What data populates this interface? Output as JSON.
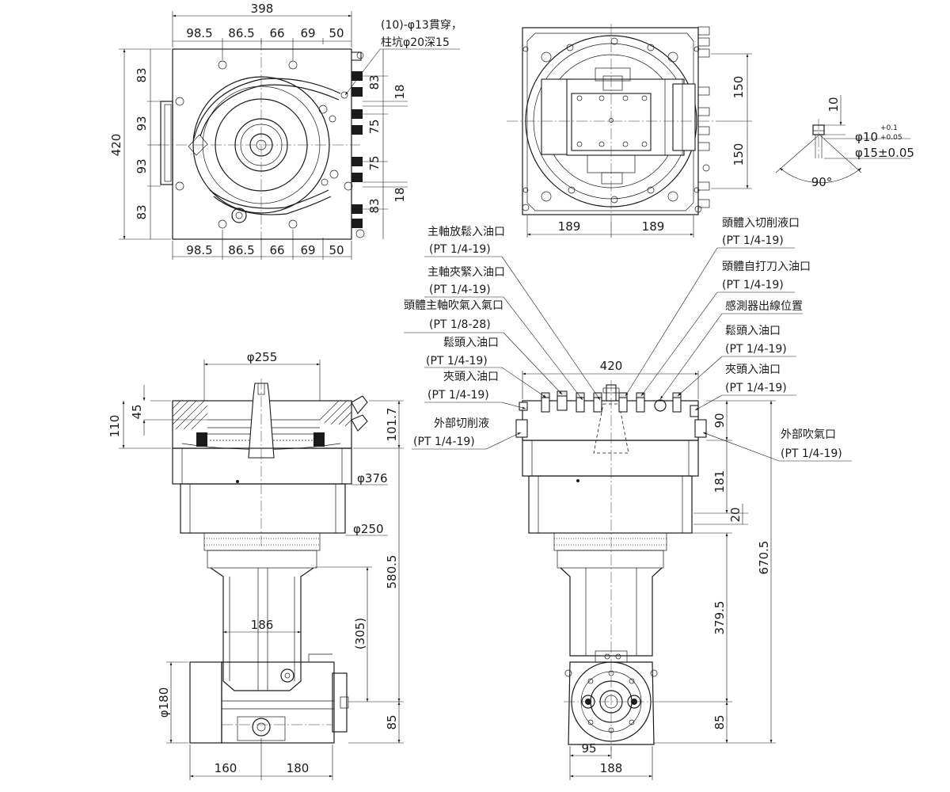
{
  "top_left_view": {
    "dims_top": [
      "398",
      "98.5",
      "86.5",
      "66",
      "69",
      "50"
    ],
    "dims_bottom": [
      "98.5",
      "86.5",
      "66",
      "69",
      "50"
    ],
    "dims_left": [
      "83",
      "93",
      "93",
      "83"
    ],
    "overall_height": "420",
    "dims_right": [
      "83",
      "75",
      "75",
      "83"
    ],
    "offset_top": "18",
    "offset_bottom": "18",
    "hole_note_line1": "(10)-φ13貫穿，",
    "hole_note_line2": "柱坑φ20深15"
  },
  "top_right_view": {
    "dims_bottom": [
      "189",
      "189"
    ],
    "dims_right": [
      "150",
      "150"
    ]
  },
  "detail": {
    "width": "10",
    "tol_main": "φ10",
    "tol_upper": "+0.1",
    "tol_lower": "+0.05",
    "tol_dia": "φ15±0.05",
    "angle": "90°"
  },
  "side_view": {
    "dia_top": "φ255",
    "h_45": "45",
    "h_110": "110",
    "h_101": "101.7",
    "dia_376": "φ376",
    "dia_250": "φ250",
    "h_580": "580.5",
    "h_305": "(305)",
    "w_186": "186",
    "dia_180": "φ180",
    "h_85": "85",
    "w_160": "160",
    "w_180": "180"
  },
  "front_view": {
    "width_top": "420",
    "h_90": "90",
    "h_181": "181",
    "h_20": "20",
    "h_670": "670.5",
    "h_379": "379.5",
    "h_85": "85",
    "w_95": "95",
    "w_188": "188"
  },
  "ports": [
    {
      "name": "主軸放鬆入油口",
      "spec": "(PT 1/4-19)"
    },
    {
      "name": "主軸夾緊入油口",
      "spec": "(PT 1/4-19)"
    },
    {
      "name": "頭體主軸吹氣入氣口",
      "spec": "(PT 1/8-28)"
    },
    {
      "name": "鬆頭入油口",
      "spec": "(PT 1/4-19)"
    },
    {
      "name": "夾頭入油口",
      "spec": "(PT 1/4-19)"
    },
    {
      "name": "外部切削液",
      "spec": "(PT 1/4-19)"
    },
    {
      "name": "頭體入切削液口",
      "spec": "(PT 1/4-19)"
    },
    {
      "name": "頭體自打刀入油口",
      "spec": "(PT 1/4-19)"
    },
    {
      "name": "感測器出線位置",
      "spec": ""
    },
    {
      "name": "鬆頭入油口",
      "spec": "(PT 1/4-19)"
    },
    {
      "name": "夾頭入油口",
      "spec": "(PT 1/4-19)"
    },
    {
      "name": "外部吹氣口",
      "spec": "(PT 1/4-19)"
    }
  ]
}
